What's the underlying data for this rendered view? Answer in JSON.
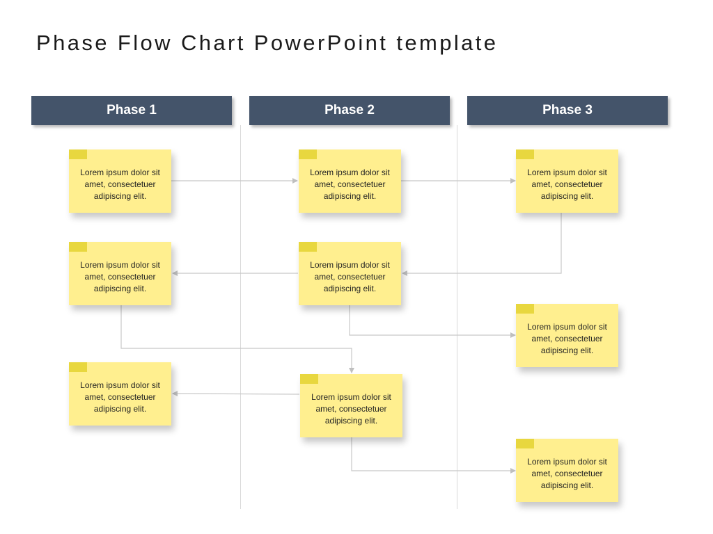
{
  "title": "Phase Flow Chart PowerPoint template",
  "phases": [
    {
      "label": "Phase 1"
    },
    {
      "label": "Phase 2"
    },
    {
      "label": "Phase 3"
    }
  ],
  "notes": [
    {
      "text": "Lorem ipsum dolor sit amet, consectetuer adipiscing elit."
    },
    {
      "text": "Lorem ipsum dolor sit amet, consectetuer adipiscing elit."
    },
    {
      "text": "Lorem ipsum dolor sit amet, consectetuer adipiscing elit."
    },
    {
      "text": "Lorem ipsum dolor sit amet, consectetuer adipiscing elit."
    },
    {
      "text": "Lorem ipsum dolor sit amet, consectetuer adipiscing elit."
    },
    {
      "text": "Lorem ipsum dolor sit amet, consectetuer adipiscing elit."
    },
    {
      "text": "Lorem ipsum dolor sit amet, consectetuer adipiscing elit."
    },
    {
      "text": "Lorem ipsum dolor sit amet, consectetuer adipiscing elit."
    },
    {
      "text": "Lorem ipsum dolor sit amet, consectetuer adipiscing elit."
    }
  ],
  "colors": {
    "header": "#44546a",
    "note": "#ffef8f",
    "note_tab": "#e8d73f",
    "connector": "#bfbfbf"
  }
}
